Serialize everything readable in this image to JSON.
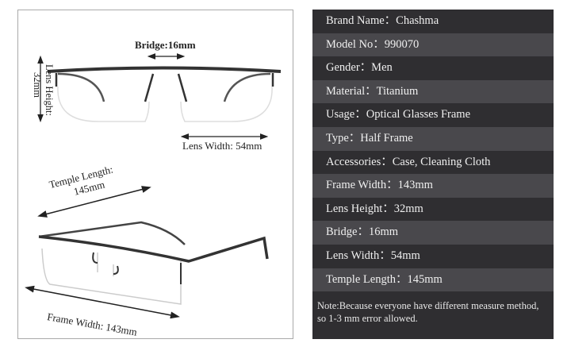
{
  "diagram": {
    "bridge": "Bridge:16mm",
    "lens_height_line1": "Lens Height:",
    "lens_height_line2": "32mm",
    "lens_width": "Lens Width: 54mm",
    "temple_line1": "Temple Length:",
    "temple_line2": "145mm",
    "frame_width": "Frame Width:  143mm"
  },
  "specs": [
    "Brand Name：Chashma",
    "Model No：990070",
    "Gender：Men",
    "Material：Titanium",
    "Usage：Optical Glasses Frame",
    "Type：Half  Frame",
    "Accessories：Case, Cleaning Cloth",
    "Frame Width：143mm",
    "Lens Height：32mm",
    "Bridge：16mm",
    "Lens Width：54mm",
    "Temple Length：145mm"
  ],
  "note": "Note:Because everyone have different measure method, so 1-3 mm error allowed.",
  "colors": {
    "panel_dark": "#2f2e31",
    "panel_light": "#49484c"
  }
}
